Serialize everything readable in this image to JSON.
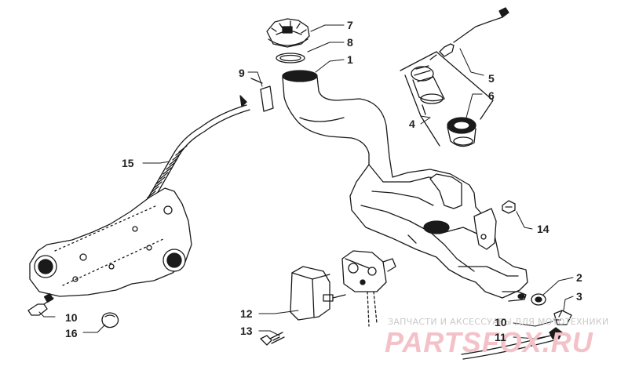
{
  "diagram": {
    "callouts": {
      "c7": "7",
      "c8": "8",
      "c1": "1",
      "c9": "9",
      "c5": "5",
      "c6": "6",
      "c4": "4",
      "c14": "14",
      "c15": "15",
      "c2": "2",
      "c3": "3",
      "c12": "12",
      "c13": "13",
      "c10a": "10",
      "c16": "16",
      "c10b": "10",
      "c11": "11"
    },
    "watermark": {
      "tagline": "ЗАПЧАСТИ И АКСЕССУАРЫ ДЛЯ МОТОТЕХНИКИ",
      "brand": "PARTSFOX.RU"
    },
    "colors": {
      "line": "#1a1a1a",
      "watermark_text": "#c9c9c9",
      "watermark_brand": "#f3c2c8"
    }
  }
}
